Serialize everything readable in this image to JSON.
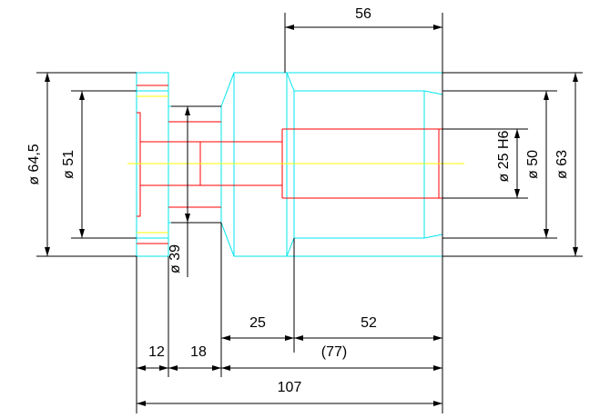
{
  "colors": {
    "background": "#ffffff",
    "outline": "#00e5ee",
    "hidden": "#ff0000",
    "centerline": "#ffff00",
    "dimension": "#000000"
  },
  "dimensions": {
    "top_length": "56",
    "dia_64_5": "ø 64,5",
    "dia_51": "ø 51",
    "dia_39": "ø 39",
    "dia_25h6": "ø 25 H6",
    "dia_50": "ø 50",
    "dia_63": "ø 63",
    "len_12": "12",
    "len_18": "18",
    "len_25": "25",
    "len_52": "52",
    "len_77": "(77)",
    "len_107": "107"
  }
}
